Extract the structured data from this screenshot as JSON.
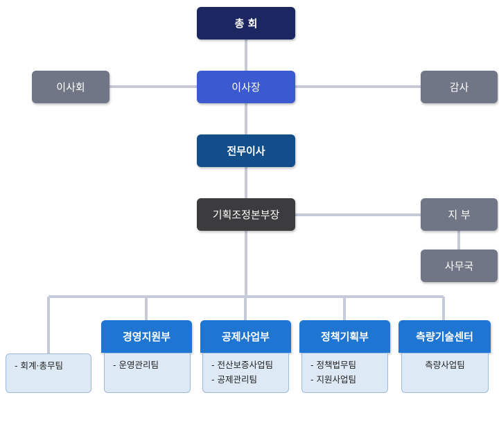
{
  "nodes": {
    "general_assembly": "총 회",
    "board": "이사회",
    "chairman": "이사장",
    "auditor": "감사",
    "executive_director": "전무이사",
    "planning_head": "기획조정본부장",
    "branch": "지 부",
    "secretariat": "사무국"
  },
  "departments": [
    {
      "name": "",
      "items": [
        "- 회계·총무팀"
      ]
    },
    {
      "name": "경영지원부",
      "items": [
        "- 운영관리팀"
      ]
    },
    {
      "name": "공제사업부",
      "items": [
        "- 전산보증사업팀",
        "- 공제관리팀"
      ]
    },
    {
      "name": "정책기획부",
      "items": [
        "- 정책법무팀",
        "- 지원사업팀"
      ]
    },
    {
      "name": "측량기술센터",
      "items": [
        "측량사업팀"
      ]
    }
  ],
  "colors": {
    "connector": "#c7cbd9",
    "navy": "#1c2661",
    "royal": "#3c5ad0",
    "blue": "#124f8a",
    "dark": "#3c3c3e",
    "gray": "#707686",
    "dept_blue": "#1f76d2",
    "panel_bg": "#dde9f5"
  }
}
